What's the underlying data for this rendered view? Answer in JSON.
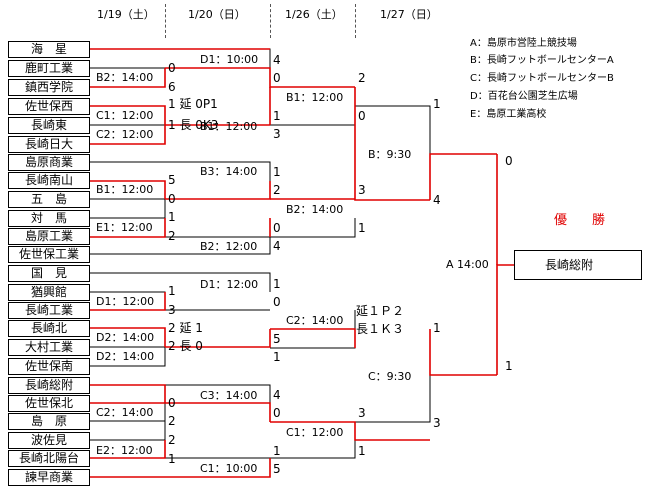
{
  "dates": [
    "1/19（土）",
    "1/20（日）",
    "1/26（土）",
    "1/27（日）"
  ],
  "teams": [
    "海　星",
    "鹿町工業",
    "鎮西学院",
    "佐世保西",
    "長崎東",
    "長崎日大",
    "島原商業",
    "長崎南山",
    "五　島",
    "対　馬",
    "島原工業",
    "佐世保工業",
    "国　見",
    "猶興館",
    "長崎工業",
    "長崎北",
    "大村工業",
    "佐世保南",
    "長崎総附",
    "佐世保北",
    "島　原",
    "波佐見",
    "長崎北陽台",
    "諫早商業"
  ],
  "legend": [
    "A：島原市営陸上競技場",
    "B：長崎フットボールセンターA",
    "C：長崎フットボールセンターB",
    "D：百花台公園芝生広場",
    "E：島原工業高校"
  ],
  "champion": {
    "title": "優　勝",
    "team": "長崎総附"
  },
  "matches": [
    {
      "venue": "B2：14:00",
      "top": "0",
      "bottom": "6"
    },
    {
      "venue": "C1：12:00",
      "top": "1 延 0P1",
      "bottom": ""
    },
    {
      "venue": "C2：12:00",
      "top": "1 長 0K3",
      "bottom": ""
    },
    {
      "venue": "B1：12:00",
      "top": "5",
      "bottom": "0"
    },
    {
      "venue": "E1：12:00",
      "top": "1",
      "bottom": "2"
    },
    {
      "venue": "D1：12:00",
      "top": "1",
      "bottom": "3"
    },
    {
      "venue": "D2：14:00",
      "top": "2 延 1",
      "bottom": "2 長 0"
    },
    {
      "venue": "D2：14:00",
      "top": "",
      "bottom": ""
    },
    {
      "venue": "C2：14:00",
      "top": "0",
      "bottom": "2"
    },
    {
      "venue": "E2：12:00",
      "top": "2",
      "bottom": "1"
    },
    {
      "venue": "D1：10:00",
      "top": "4",
      "bottom": "0"
    },
    {
      "venue": "B1：12:00",
      "top": "1",
      "bottom": "3"
    },
    {
      "venue": "B3：14:00",
      "top": "1",
      "bottom": "2"
    },
    {
      "venue": "B2：12:00",
      "top": "0",
      "bottom": "4"
    },
    {
      "venue": "D1：12:00",
      "top": "1",
      "bottom": "0"
    },
    {
      "venue": "C2：14:00",
      "top": "5",
      "bottom": "1"
    },
    {
      "venue": "C3：14:00",
      "top": "4",
      "bottom": "0"
    },
    {
      "venue": "C1：10:00",
      "top": "1",
      "bottom": "5"
    },
    {
      "venue": "B1：12:00",
      "top": "2",
      "bottom": "0"
    },
    {
      "venue": "B2：14:00",
      "top": "3",
      "bottom": "1"
    },
    {
      "venue": "C2：14:00",
      "top": "延１Ｐ２",
      "bottom": "長１Ｋ３"
    },
    {
      "venue": "C1：12:00",
      "top": "3",
      "bottom": "1"
    },
    {
      "venue": "B：9:30",
      "top": "1",
      "bottom": "4"
    },
    {
      "venue": "C：9:30",
      "top": "1",
      "bottom": "3"
    },
    {
      "venue": "A 14:00",
      "top": "0",
      "bottom": "1"
    }
  ],
  "colors": {
    "winner": "#e00000",
    "line": "#000000"
  }
}
